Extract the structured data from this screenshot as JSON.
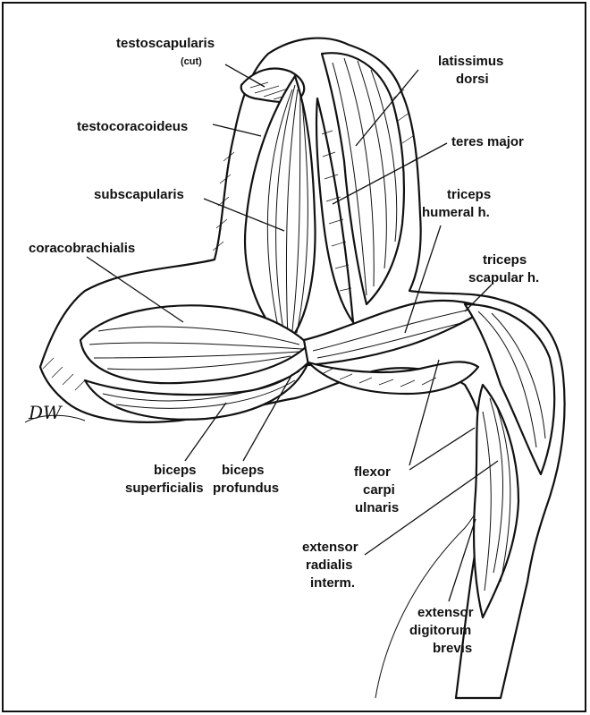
{
  "labels": {
    "testoscapularis": "testoscapularis",
    "testoscapularis_note": "(cut)",
    "testocoracoideus": "testocoracoideus",
    "subscapularis": "subscapularis",
    "coracobrachialis": "coracobrachialis",
    "latissimus_1": "latissimus",
    "latissimus_2": "dorsi",
    "teres_major": "teres major",
    "triceps_humeral_1": "triceps",
    "triceps_humeral_2": "humeral h.",
    "triceps_scapular_1": "triceps",
    "triceps_scapular_2": "scapular h.",
    "biceps_sup_1": "biceps",
    "biceps_sup_2": "superficialis",
    "biceps_prof_1": "biceps",
    "biceps_prof_2": "profundus",
    "flexor_1": "flexor",
    "flexor_2": "carpi",
    "flexor_3": "ulnaris",
    "extensor_rad_1": "extensor",
    "extensor_rad_2": "radialis",
    "extensor_rad_3": "interm.",
    "extensor_dig_1": "extensor",
    "extensor_dig_2": "digitorum",
    "extensor_dig_3": "brevis"
  },
  "signature": "DW",
  "colors": {
    "ink": "#111111",
    "paper": "#ffffff"
  }
}
